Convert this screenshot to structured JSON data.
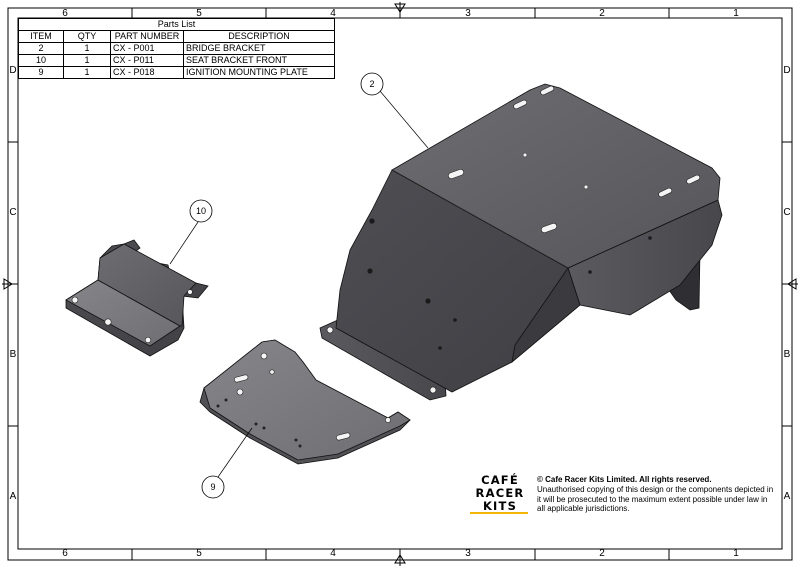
{
  "border": {
    "col_labels": [
      "6",
      "5",
      "4",
      "3",
      "2",
      "1"
    ],
    "row_labels": [
      "D",
      "C",
      "B",
      "A"
    ]
  },
  "parts_list": {
    "title": "Parts List",
    "headers": [
      "ITEM",
      "QTY",
      "PART NUMBER",
      "DESCRIPTION"
    ],
    "rows": [
      [
        "2",
        "1",
        "CX - P001",
        "BRIDGE BRACKET"
      ],
      [
        "10",
        "1",
        "CX - P011",
        "SEAT BRACKET FRONT"
      ],
      [
        "9",
        "1",
        "CX - P018",
        "IGNITION MOUNTING PLATE"
      ]
    ]
  },
  "balloons": {
    "b2": "2",
    "b10": "10",
    "b9": "9"
  },
  "logo": {
    "line1": "CAFÉ",
    "line2": "RACER",
    "line3": "KITS",
    "accent_color": "#f2b705"
  },
  "copyright": {
    "heading": "© Cafe Racer Kits Limited. All rights reserved.",
    "body": "Unauthorised copying of this design or the components depicted in it will be prosecuted to the maximum extent possible under law in all applicable jurisdictions."
  }
}
